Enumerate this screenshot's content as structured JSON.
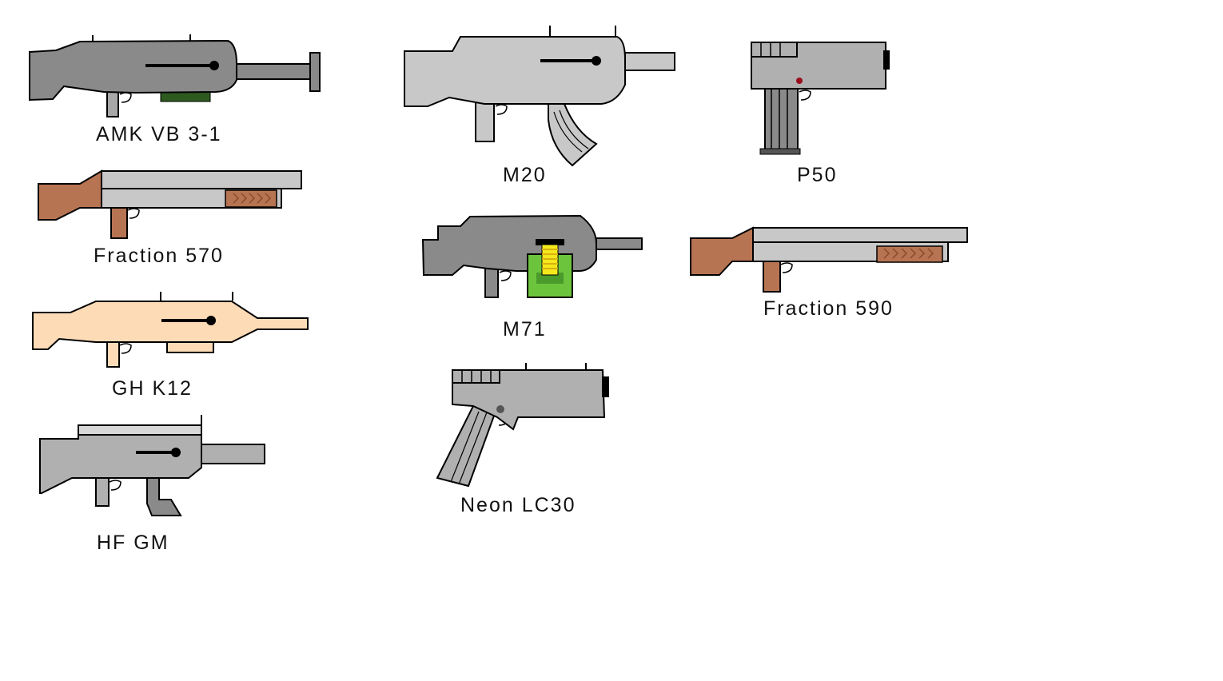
{
  "weapons": [
    {
      "key": "amk",
      "name": "AMK VB 3-1",
      "icon": "assault-rifle-icon"
    },
    {
      "key": "fraction570",
      "name": "Fraction 570",
      "icon": "shotgun-icon"
    },
    {
      "key": "ghk12",
      "name": "GH K12",
      "icon": "rifle-icon"
    },
    {
      "key": "hfgm",
      "name": "HF GM",
      "icon": "smg-icon"
    },
    {
      "key": "m20",
      "name": "M20",
      "icon": "smg-icon"
    },
    {
      "key": "m71",
      "name": "M71",
      "icon": "smg-icon"
    },
    {
      "key": "neonlc30",
      "name": "Neon LC30",
      "icon": "pistol-icon"
    },
    {
      "key": "p50",
      "name": "P50",
      "icon": "pistol-icon"
    },
    {
      "key": "fraction590",
      "name": "Fraction 590",
      "icon": "shotgun-icon"
    }
  ],
  "colors": {
    "outline": "#000000",
    "dark_gray": "#8a8a8a",
    "mid_gray": "#b0b0b0",
    "light_gray": "#c8c8c8",
    "wood": "#b77452",
    "peach": "#fddbb6",
    "green_mag": "#6cc43c",
    "dark_green": "#2e5a1e",
    "yellow_ammo": "#f5e81c"
  }
}
